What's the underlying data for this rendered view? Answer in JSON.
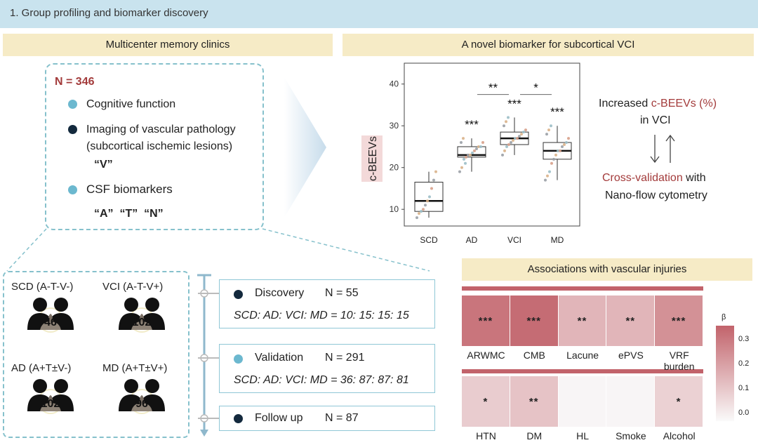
{
  "banner": {
    "title": "1. Group profiling and biomarker discovery"
  },
  "left_header": "Multicenter memory clinics",
  "right_header": "A novel biomarker for subcortical VCI",
  "cohort": {
    "n": "N = 346",
    "items": [
      {
        "label": "Cognitive function",
        "color": "#6cb8cf"
      },
      {
        "label": "Imaging of vascular pathology",
        "color": "#13293d"
      },
      {
        "label": "(subcortical ischemic lesions)"
      },
      {
        "label": "“V”"
      },
      {
        "label": "CSF biomarkers",
        "color": "#6cb8cf"
      },
      {
        "label": "“A”  “T”  “N”"
      }
    ]
  },
  "groups": [
    {
      "label": "SCD (A-T-V-)",
      "n": "46"
    },
    {
      "label": "VCI (A-T-V+)",
      "n": "102"
    },
    {
      "label": "AD (A+T±V-)",
      "n": "102"
    },
    {
      "label": "MD (A+T±V+)",
      "n": "96"
    }
  ],
  "phases": [
    {
      "name": "Discovery",
      "n": "N = 55",
      "ratio": "SCD: AD: VCI: MD = 10: 15: 15: 15",
      "color": "#13293d"
    },
    {
      "name": "Validation",
      "n": "N = 291",
      "ratio": "SCD: AD: VCI: MD = 36: 87: 87: 81",
      "color": "#6cb8cf"
    },
    {
      "name": "Follow up",
      "n": "N = 87",
      "ratio": "",
      "color": "#13293d"
    }
  ],
  "boxplot": {
    "ylabel": "c-BEEVs",
    "ylim": [
      6,
      45
    ],
    "yticks": [
      10,
      20,
      30,
      40
    ],
    "categories": [
      "SCD",
      "AD",
      "VCI",
      "MD"
    ],
    "boxes": [
      {
        "min": 8,
        "q1": 9.5,
        "median": 12,
        "q3": 16.5,
        "max": 19,
        "sig": "",
        "points": [
          8,
          9,
          9.5,
          10,
          11,
          12,
          13,
          15,
          17,
          19
        ]
      },
      {
        "min": 19,
        "q1": 22.5,
        "median": 23,
        "q3": 25,
        "max": 27,
        "sig": "***",
        "points": [
          19,
          20,
          22,
          22.5,
          23,
          23,
          23.5,
          24,
          24.5,
          25,
          25,
          26,
          26,
          27,
          21
        ]
      },
      {
        "min": 23,
        "q1": 25.5,
        "median": 27,
        "q3": 28.5,
        "max": 32,
        "sig": "***",
        "points": [
          23,
          24,
          25,
          25.5,
          26,
          26.5,
          27,
          27,
          27.5,
          28,
          28.5,
          29,
          30,
          31,
          32
        ]
      },
      {
        "min": 17,
        "q1": 22,
        "median": 24,
        "q3": 26,
        "max": 30,
        "sig": "***",
        "points": [
          17,
          18,
          19,
          21,
          22,
          23,
          24,
          24,
          25,
          25.5,
          26,
          27,
          28,
          29,
          30
        ]
      }
    ],
    "brackets": [
      {
        "from": 1,
        "to": 2,
        "label": "**"
      },
      {
        "from": 2,
        "to": 3,
        "label": "*"
      }
    ]
  },
  "findings": {
    "line1a": "Increased ",
    "line1b": "c-BEEVs (%)",
    "line2": "in VCI",
    "line3a": "Cross-validation",
    "line3b": " with",
    "line4": "Nano-flow cytometry"
  },
  "heatmap": {
    "title": "Associations with vascular injuries",
    "legend_title": "β",
    "legend_ticks": [
      "0.3",
      "0.2",
      "0.1",
      "0.0"
    ],
    "rows": [
      [
        {
          "label": "ARWMC",
          "sig": "***",
          "value": 0.29
        },
        {
          "label": "CMB",
          "sig": "***",
          "value": 0.31
        },
        {
          "label": "Lacune",
          "sig": "**",
          "value": 0.15
        },
        {
          "label": "ePVS",
          "sig": "**",
          "value": 0.15
        },
        {
          "label": "VRF burden",
          "sig": "***",
          "value": 0.23
        }
      ],
      [
        {
          "label": "HTN",
          "sig": "*",
          "value": 0.1
        },
        {
          "label": "DM",
          "sig": "**",
          "value": 0.12
        },
        {
          "label": "HL",
          "sig": "",
          "value": 0.01
        },
        {
          "label": "Smoke",
          "sig": "",
          "value": 0.01
        },
        {
          "label": "Alcohol",
          "sig": "*",
          "value": 0.09
        }
      ]
    ]
  }
}
